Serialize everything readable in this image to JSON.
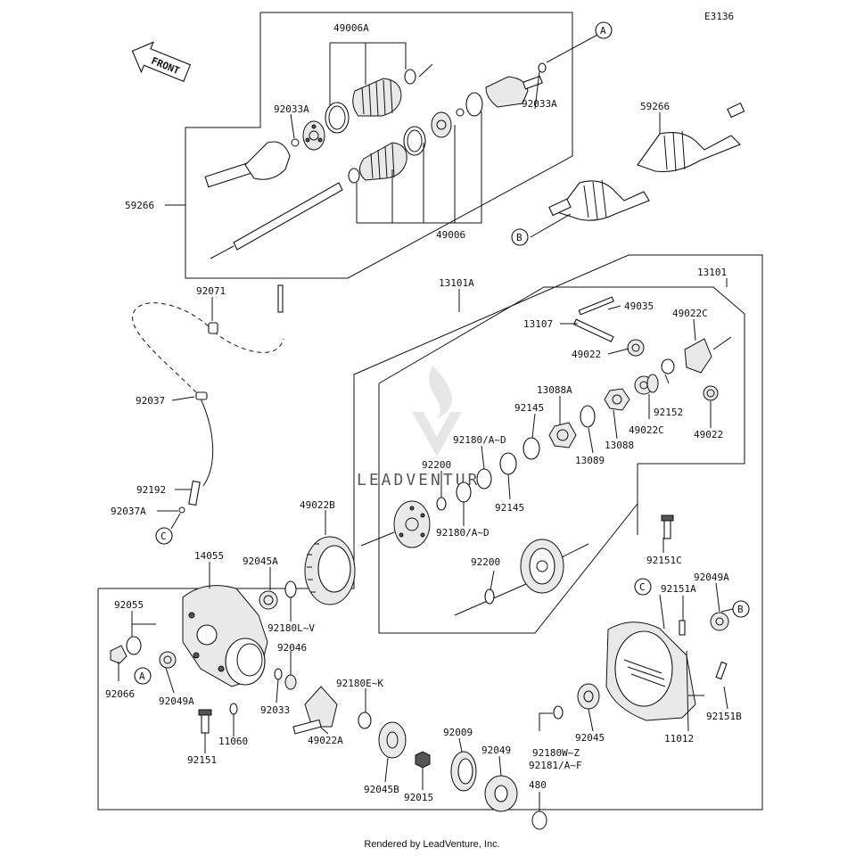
{
  "diagram_code": "E3136",
  "front_arrow_label": "FRONT",
  "watermark": "LEADVENTURE",
  "footer": "Rendered by LeadVenture, Inc.",
  "callouts": {
    "a": "A",
    "b": "B",
    "c": "C"
  },
  "part_labels": [
    "49006A",
    "92033A",
    "92033A",
    "59266",
    "49006",
    "59266",
    "92071",
    "92037",
    "92192",
    "92037A",
    "13101A",
    "13101",
    "49035",
    "13107",
    "49022C",
    "49022",
    "13088A",
    "92145",
    "92180/A~D",
    "92200",
    "92152",
    "49022C",
    "49022",
    "13088",
    "13089",
    "92145",
    "92180/A~D",
    "49022B",
    "14055",
    "92045A",
    "92180L~V",
    "92200",
    "92151C",
    "92151A",
    "92049A",
    "92055",
    "92066",
    "92049A",
    "92046",
    "92033",
    "92180E~K",
    "11060",
    "92151",
    "49022A",
    "92009",
    "92049",
    "92045B",
    "92015",
    "480",
    "92045",
    "92180W~Z",
    "92181/A~F",
    "11012",
    "92151B"
  ]
}
